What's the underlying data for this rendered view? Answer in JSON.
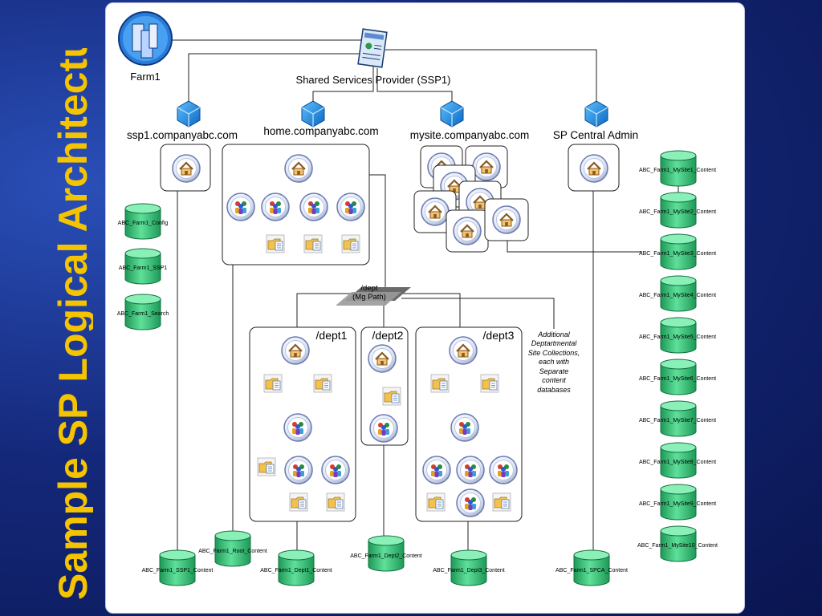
{
  "slide": {
    "title": "Sample SP Logical Architecture",
    "accent_color": "#f5c400",
    "background_color": "#1a2e8a"
  },
  "diagram": {
    "farm_label": "Farm1",
    "ssp_label": "Shared Services Provider (SSP1)",
    "web_apps": [
      {
        "label": "ssp1.companyabc.com"
      },
      {
        "label": "home.companyabc.com"
      },
      {
        "label": "mysite.companyabc.com"
      },
      {
        "label": "SP Central Admin"
      }
    ],
    "managed_path": {
      "line1": "/dept",
      "line2": "(Mg Path)"
    },
    "site_collections": [
      {
        "label": "/dept1"
      },
      {
        "label": "/dept2"
      },
      {
        "label": "/dept3"
      }
    ],
    "note": [
      "Additional",
      "Deptartmental",
      "Site Collections,",
      "each with",
      "Separate",
      "content",
      "databases"
    ],
    "service_dbs": [
      "ABC_Farm1_Config",
      "ABC_Farm1_SSP1",
      "ABC_Farm1_Search"
    ],
    "mysite_dbs": [
      "ABC_Farm1_MySite1_Content",
      "ABC_Farm1_MySite2_Content",
      "ABC_Farm1_MySite3_Content",
      "ABC_Farm1_MySite4_Content",
      "ABC_Farm1_MySite5_Content",
      "ABC_Farm1_MySite6_Content",
      "ABC_Farm1_MySite7_Content",
      "ABC_Farm1_MySite8_Content",
      "ABC_Farm1_MySite9_Content",
      "ABC_Farm1_MySite10_Content"
    ],
    "content_dbs": {
      "root": "ABC_Farm1_Root_Content",
      "ssp": "ABC_Farm1_SSP1_Content",
      "dept1": "ABC_Farm1_Dept1_Content",
      "dept2": "ABC_Farm1_Dept2_Content",
      "dept3": "ABC_Farm1_Dept3_Content",
      "spca": "ABC_Farm1_SPCA_Content"
    },
    "db_color": "#33c87a",
    "webapp_color": "#1e8fe0"
  }
}
